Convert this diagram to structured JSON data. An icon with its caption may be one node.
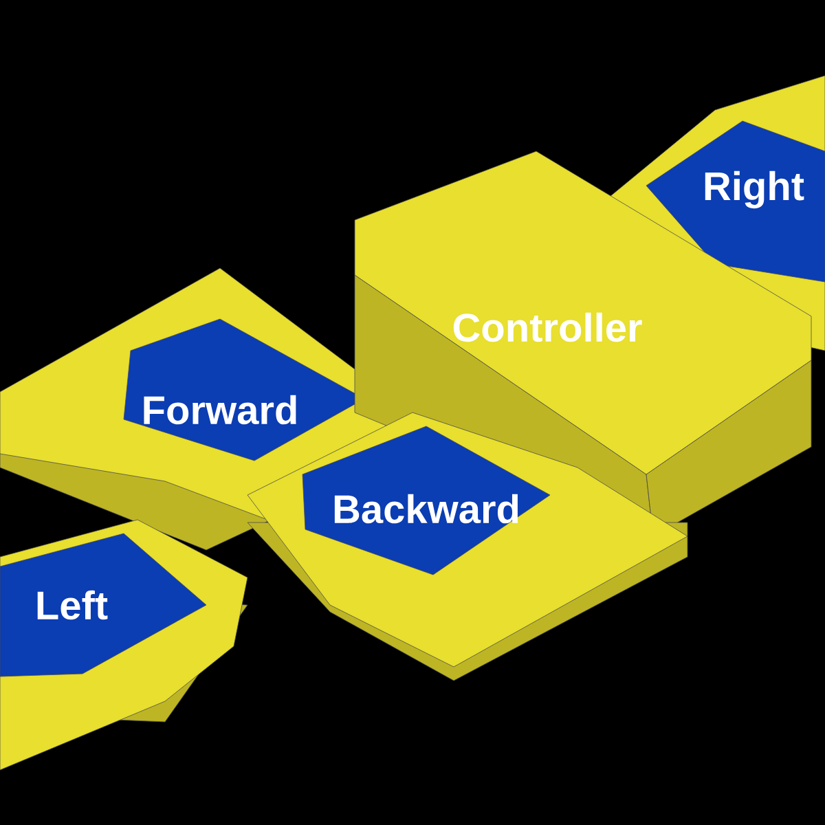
{
  "diagram": {
    "nodes": [
      {
        "text": [
          "Right"
        ]
      },
      {
        "text": [
          "Controller"
        ]
      },
      {
        "text": [
          "Forward"
        ]
      },
      {
        "text": [
          "Backward"
        ]
      },
      {
        "text": [
          "Left"
        ]
      }
    ]
  }
}
